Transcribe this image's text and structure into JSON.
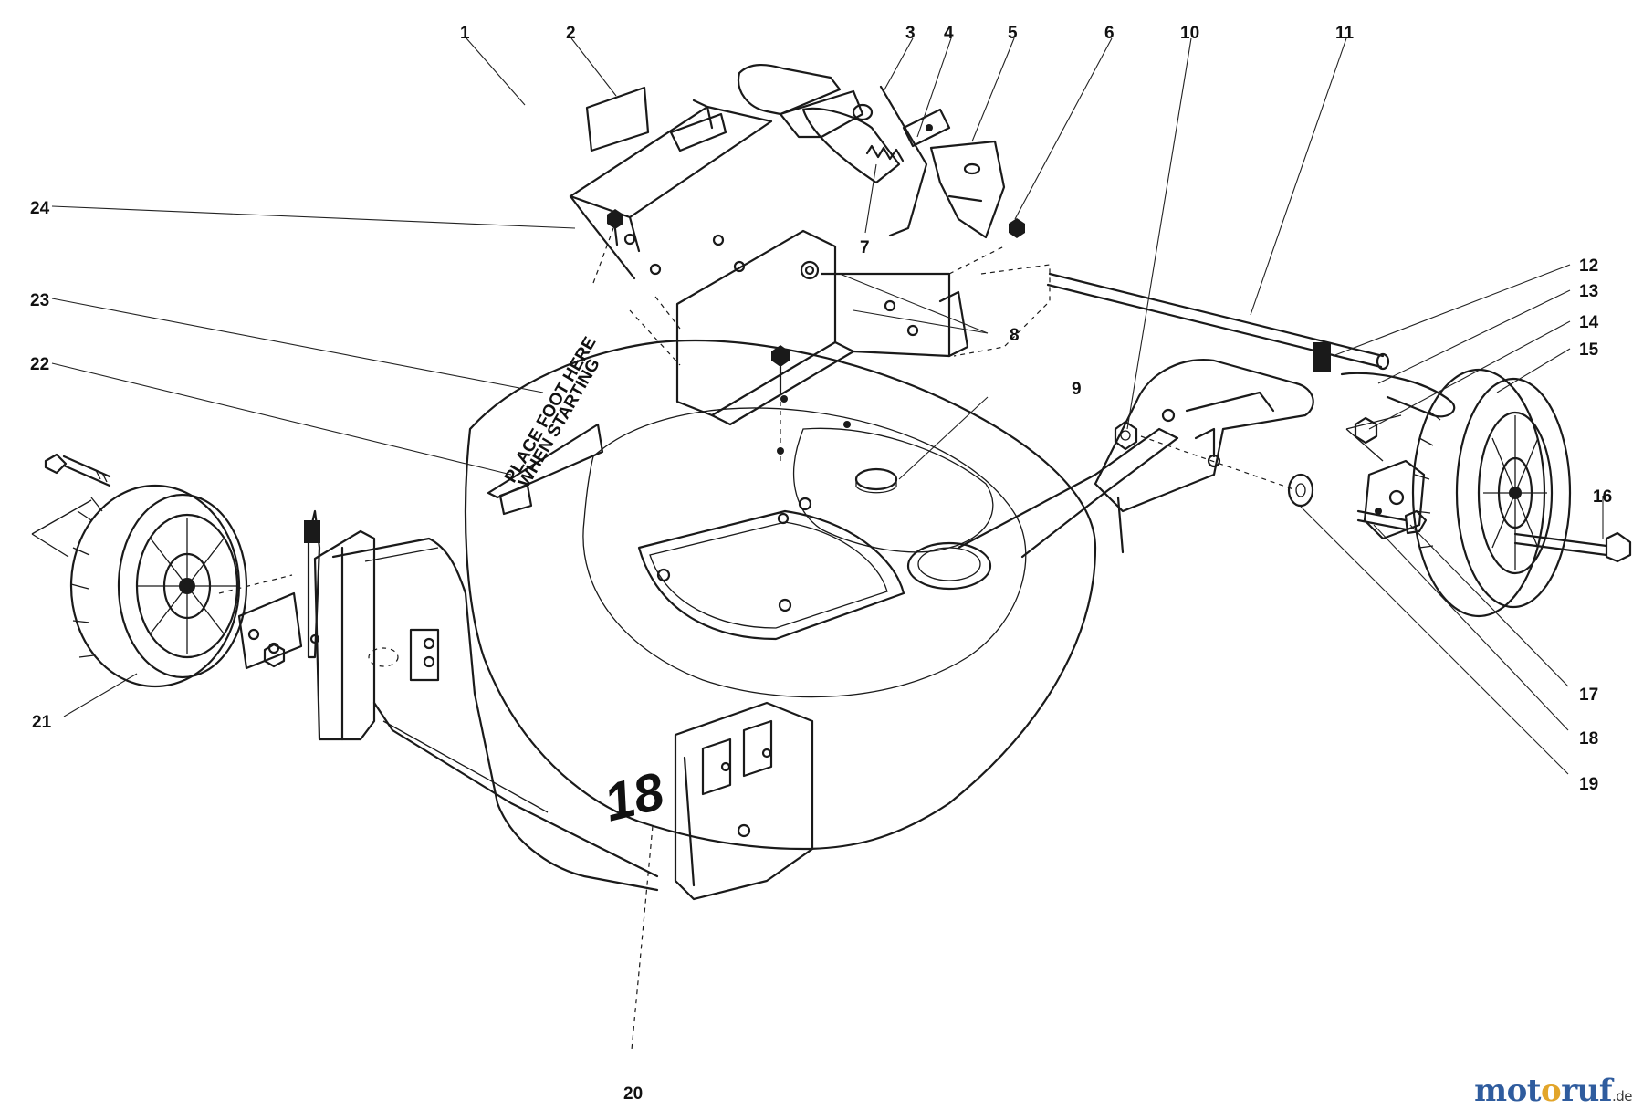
{
  "callouts": {
    "c1": "1",
    "c2": "2",
    "c3": "3",
    "c4": "4",
    "c5": "5",
    "c6": "6",
    "c7": "7",
    "c8": "8",
    "c9": "9",
    "c10": "10",
    "c11": "11",
    "c12": "12",
    "c13": "13",
    "c14": "14",
    "c15": "15",
    "c16": "16",
    "c17": "17",
    "c18": "18",
    "c19": "19",
    "c20": "20",
    "c21": "21",
    "c22": "22",
    "c23": "23",
    "c24": "24"
  },
  "deck": {
    "size_mark": "18",
    "decal_line1": "PLACE FOOT HERE",
    "decal_line2": "WHEN STARTING"
  },
  "watermark": {
    "part1": "mot",
    "part2": "o",
    "part3": "ruf",
    "suffix": ".de"
  }
}
